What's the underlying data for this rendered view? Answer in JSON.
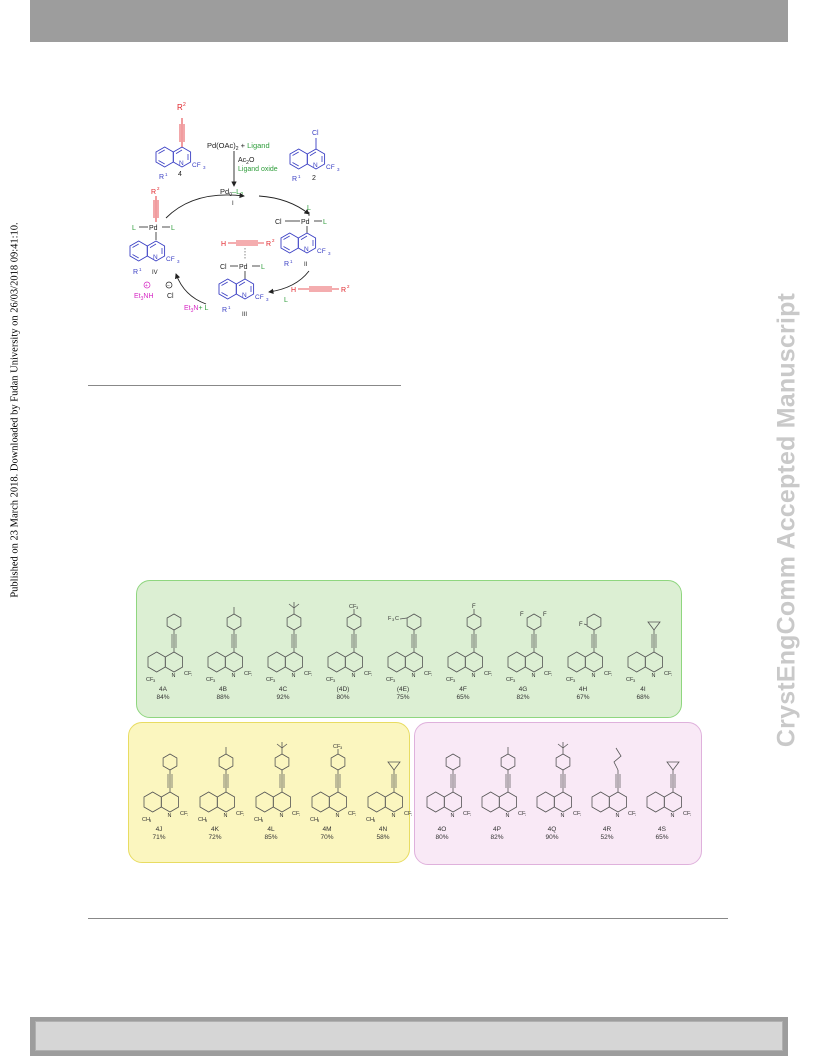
{
  "sidebar": {
    "left_text": "Published on 23 March 2018. Downloaded by Fudan University on 26/03/2018 09:41:10.",
    "right_watermark": "CrystEngComm Accepted Manuscript"
  },
  "scheme": {
    "reagents": [
      "Pd(OAc)",
      "2",
      " + ",
      "Ligand"
    ],
    "ac2o": [
      "Ac",
      "2",
      "O"
    ],
    "ligand_oxide": "Ligand oxide",
    "pd0": [
      "Pd",
      "0",
      "–L",
      "2"
    ],
    "numerals": [
      "I",
      "II",
      "III",
      "IV"
    ],
    "compound_product": "4",
    "compound_start": "2",
    "r1": [
      "R",
      "1"
    ],
    "r2": [
      "R",
      "2"
    ],
    "cf3": [
      "CF",
      "3"
    ],
    "n": "N",
    "cl": "Cl",
    "l": "L",
    "pd": "Pd",
    "h": "H",
    "et3n": [
      "Et",
      "3",
      "N"
    ],
    "et3nh": [
      "Et",
      "3",
      "NH"
    ],
    "minus_cl": "Cl",
    "plus_l": "+ L"
  },
  "green_row": {
    "compounds": [
      {
        "label": "4A",
        "yield": "84%",
        "sub": "phenyl",
        "r1": "CF3"
      },
      {
        "label": "4B",
        "yield": "88%",
        "sub": "p-tolyl",
        "r1": "CF3"
      },
      {
        "label": "4C",
        "yield": "92%",
        "sub": "p-tBu-phenyl",
        "r1": "CF3"
      },
      {
        "label": "(4D)",
        "yield": "80%",
        "sub": "p-CF3-phenyl",
        "r1": "CF3"
      },
      {
        "label": "(4E)",
        "yield": "75%",
        "sub": "o-CF3-phenyl",
        "r1": "CF3"
      },
      {
        "label": "4F",
        "yield": "65%",
        "sub": "p-F-phenyl",
        "r1": "CF3"
      },
      {
        "label": "4G",
        "yield": "82%",
        "sub": "3,5-diF-phenyl",
        "r1": "CF3"
      },
      {
        "label": "4H",
        "yield": "67%",
        "sub": "o-F-phenyl",
        "r1": "CF3"
      },
      {
        "label": "4I",
        "yield": "68%",
        "sub": "cyclopropyl",
        "r1": "CF3"
      }
    ]
  },
  "yellow_row": {
    "compounds": [
      {
        "label": "4J",
        "yield": "71%",
        "sub": "phenyl",
        "r1": "CH3"
      },
      {
        "label": "4K",
        "yield": "72%",
        "sub": "p-tolyl",
        "r1": "CH3"
      },
      {
        "label": "4L",
        "yield": "85%",
        "sub": "p-tBu-phenyl",
        "r1": "CH3"
      },
      {
        "label": "4M",
        "yield": "70%",
        "sub": "p-CF3-phenyl",
        "r1": "CH3"
      },
      {
        "label": "4N",
        "yield": "58%",
        "sub": "cyclopropyl",
        "r1": "CH3"
      }
    ]
  },
  "pink_row": {
    "compounds": [
      {
        "label": "4O",
        "yield": "80%",
        "sub": "phenyl",
        "r1": ""
      },
      {
        "label": "4P",
        "yield": "82%",
        "sub": "p-tolyl",
        "r1": ""
      },
      {
        "label": "4Q",
        "yield": "90%",
        "sub": "p-tBu-phenyl",
        "r1": ""
      },
      {
        "label": "4R",
        "yield": "52%",
        "sub": "butyl",
        "r1": ""
      },
      {
        "label": "4S",
        "yield": "65%",
        "sub": "cyclopropyl",
        "r1": ""
      }
    ]
  },
  "colors": {
    "blue": "#3a3fc4",
    "red": "#e0242a",
    "green": "#2e9d3a",
    "magenta": "#d627c4",
    "panel_green": "#dcefd3",
    "panel_yellow": "#fbf6bf",
    "panel_pink": "#f9e9f6",
    "header_bar": "#9d9d9d"
  }
}
